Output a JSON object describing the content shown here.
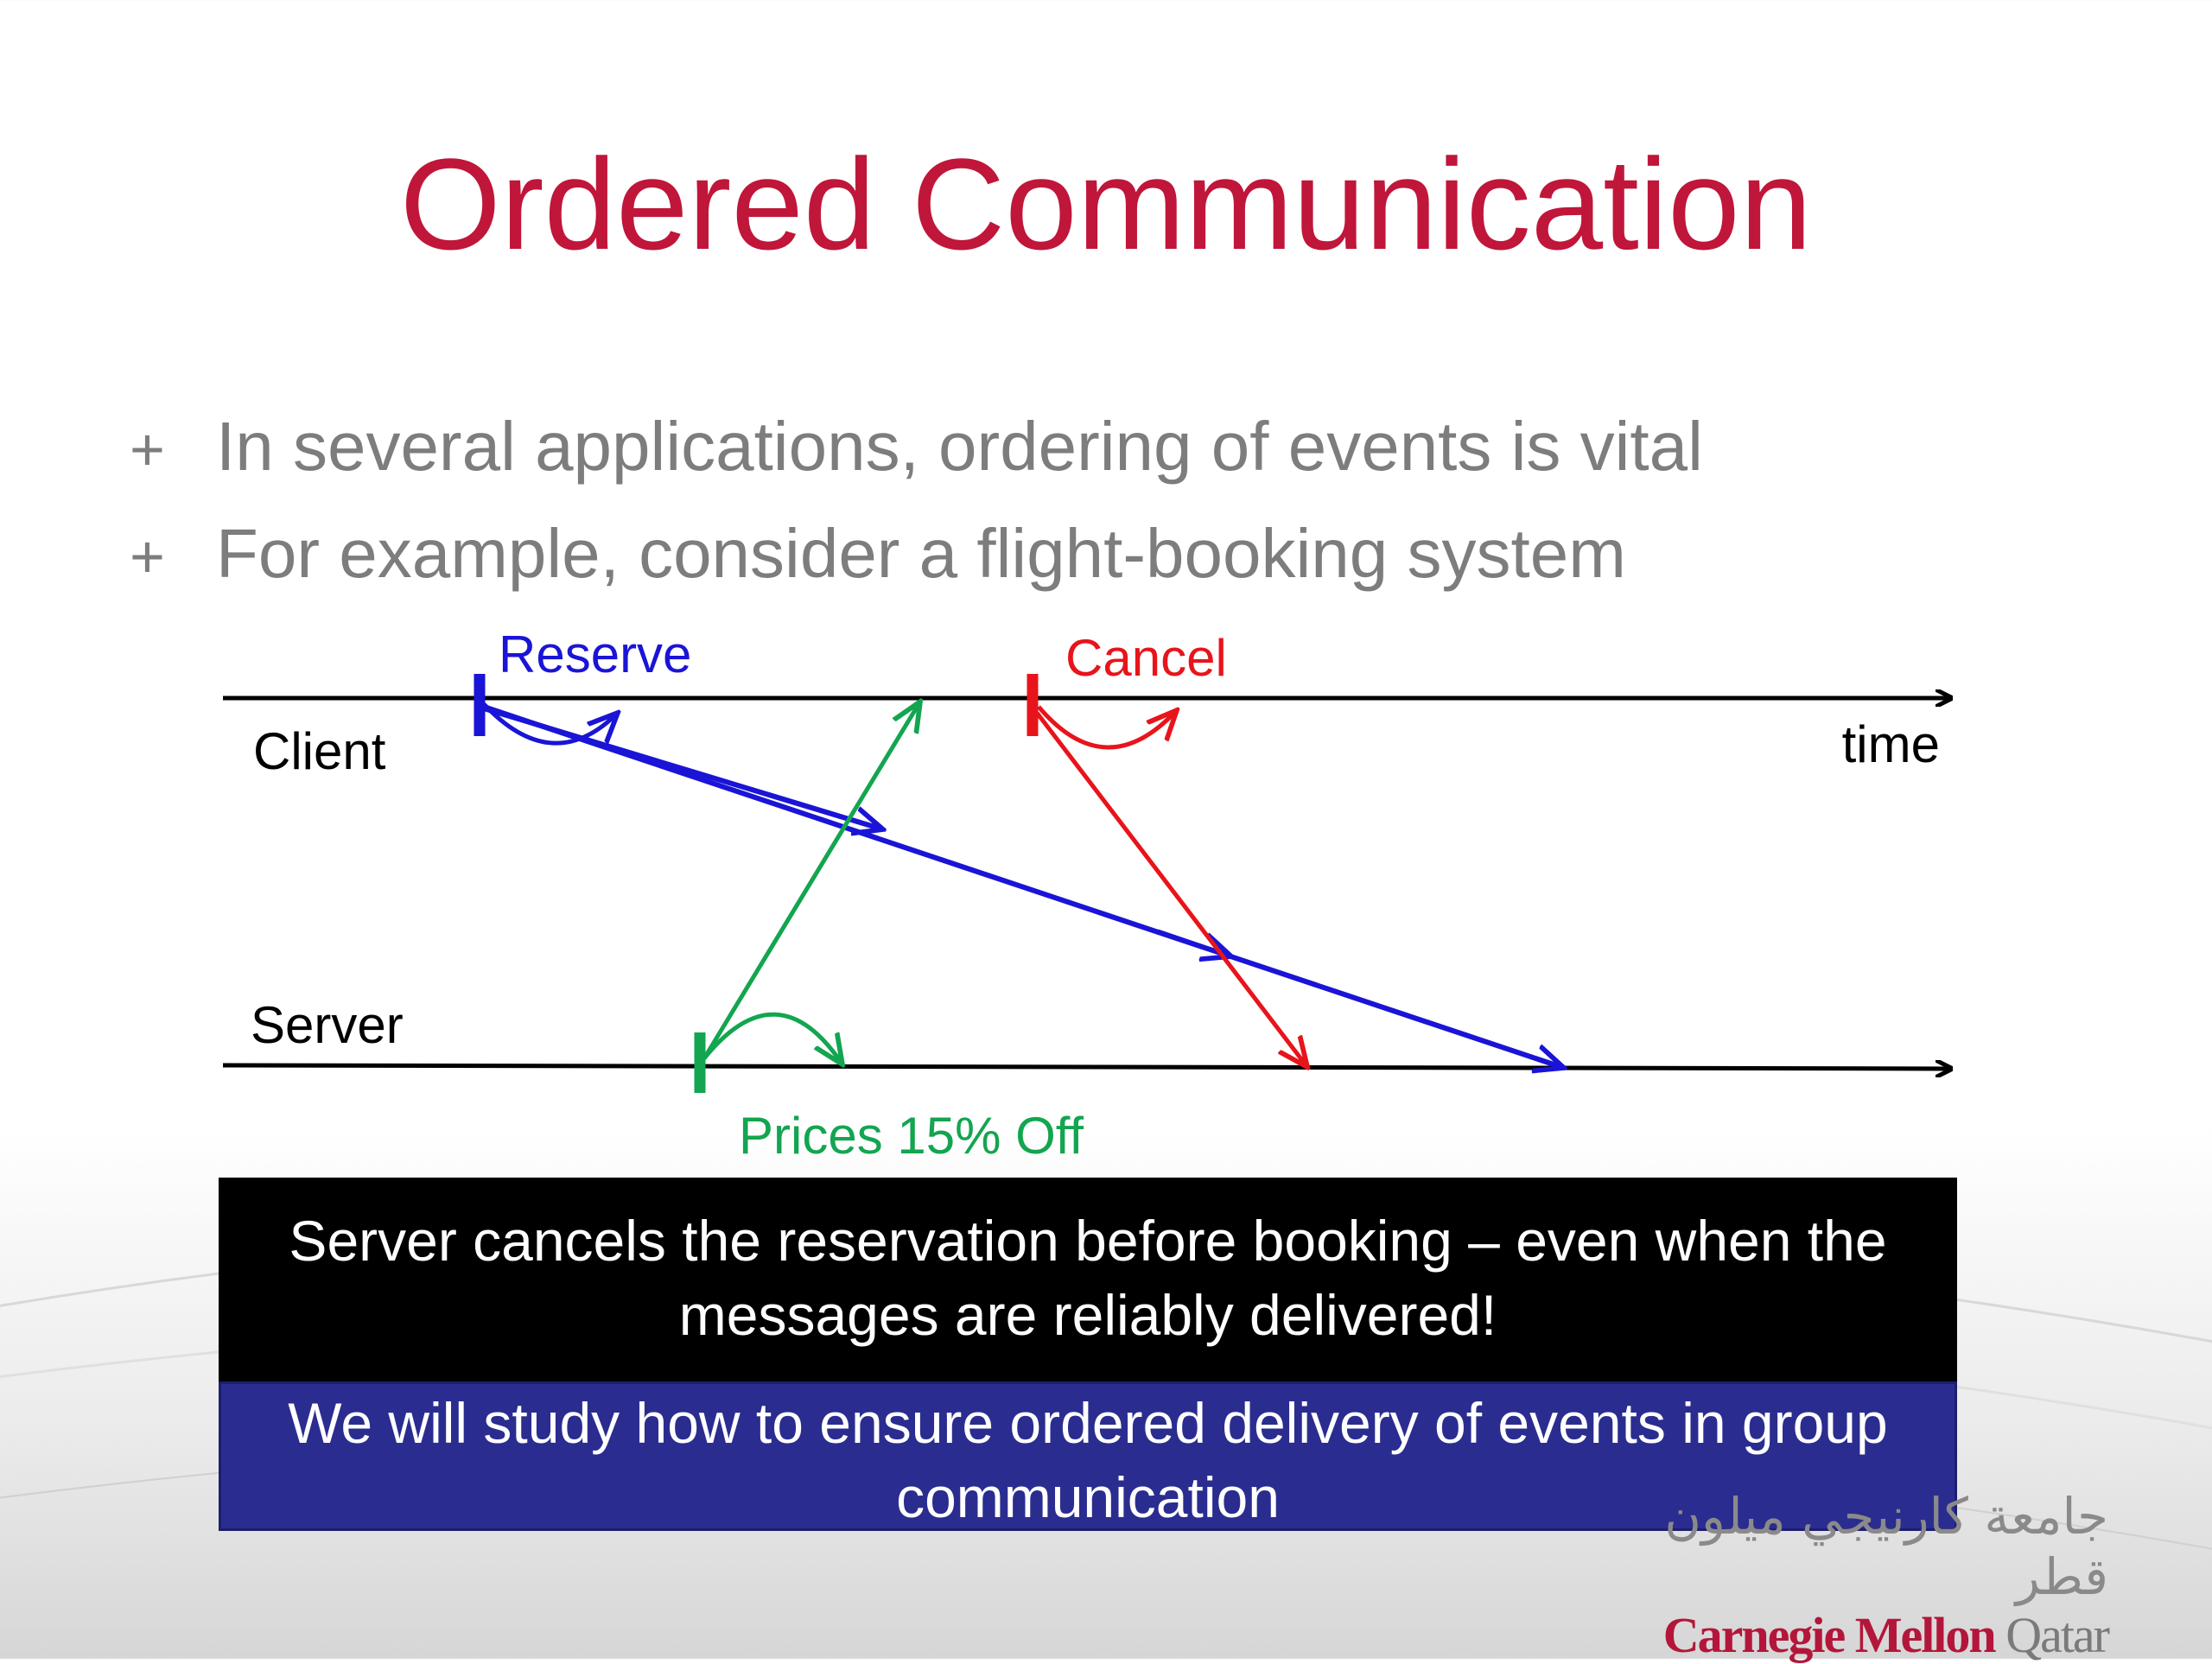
{
  "slide": {
    "title": "Ordered Communication",
    "bullets": [
      "In several applications, ordering of events is vital",
      "For example, consider a flight-booking system"
    ],
    "bullet_marker": "+"
  },
  "diagram": {
    "client_label": "Client",
    "server_label": "Server",
    "time_label": "time",
    "events": {
      "reserve": "Reserve",
      "cancel": "Cancel",
      "prices": "Prices 15% Off"
    },
    "colors": {
      "reserve": "#1a14d6",
      "cancel": "#e8141b",
      "prices": "#13a550",
      "axis": "#000000"
    }
  },
  "callouts": {
    "warning": "Server cancels the reservation before booking – even when the messages are reliably delivered!",
    "note": "We will study how to ensure ordered delivery of events in group communication"
  },
  "logo": {
    "arabic": "جامعة كارنيجي ميلون قطر",
    "brand": "Carnegie Mellon",
    "suffix": "Qatar"
  }
}
